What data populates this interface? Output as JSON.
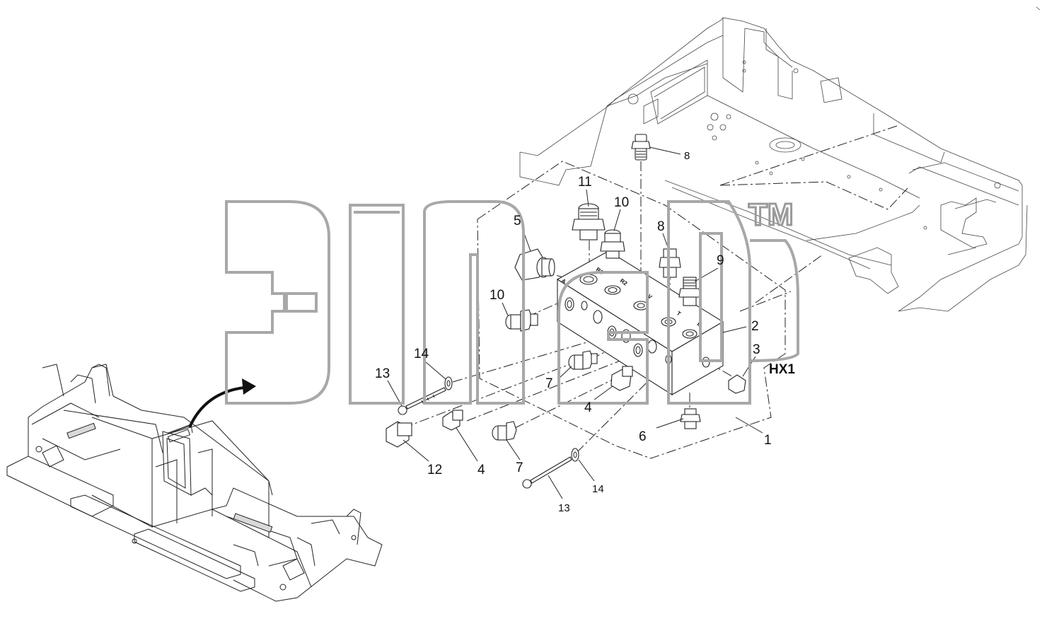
{
  "callouts": {
    "c1": "1",
    "c2": "2",
    "c3": "3",
    "c4a": "4",
    "c4b": "4",
    "c5": "5",
    "c6": "6",
    "c7a": "7",
    "c7b": "7",
    "c8a": "8",
    "c8b": "8",
    "c9": "9",
    "c10a": "10",
    "c10b": "10",
    "c11": "11",
    "c12": "12",
    "c13a": "13",
    "c13b": "13",
    "c14a": "14",
    "c14b": "14"
  },
  "block_label": "HX1",
  "port_marks": [
    "R1",
    "R2",
    "V",
    "T",
    "L",
    "A"
  ],
  "watermark": {
    "tm": "TM"
  },
  "colors": {
    "line": "#222222",
    "watermark": "#a8a8a8",
    "background": "#ffffff"
  }
}
